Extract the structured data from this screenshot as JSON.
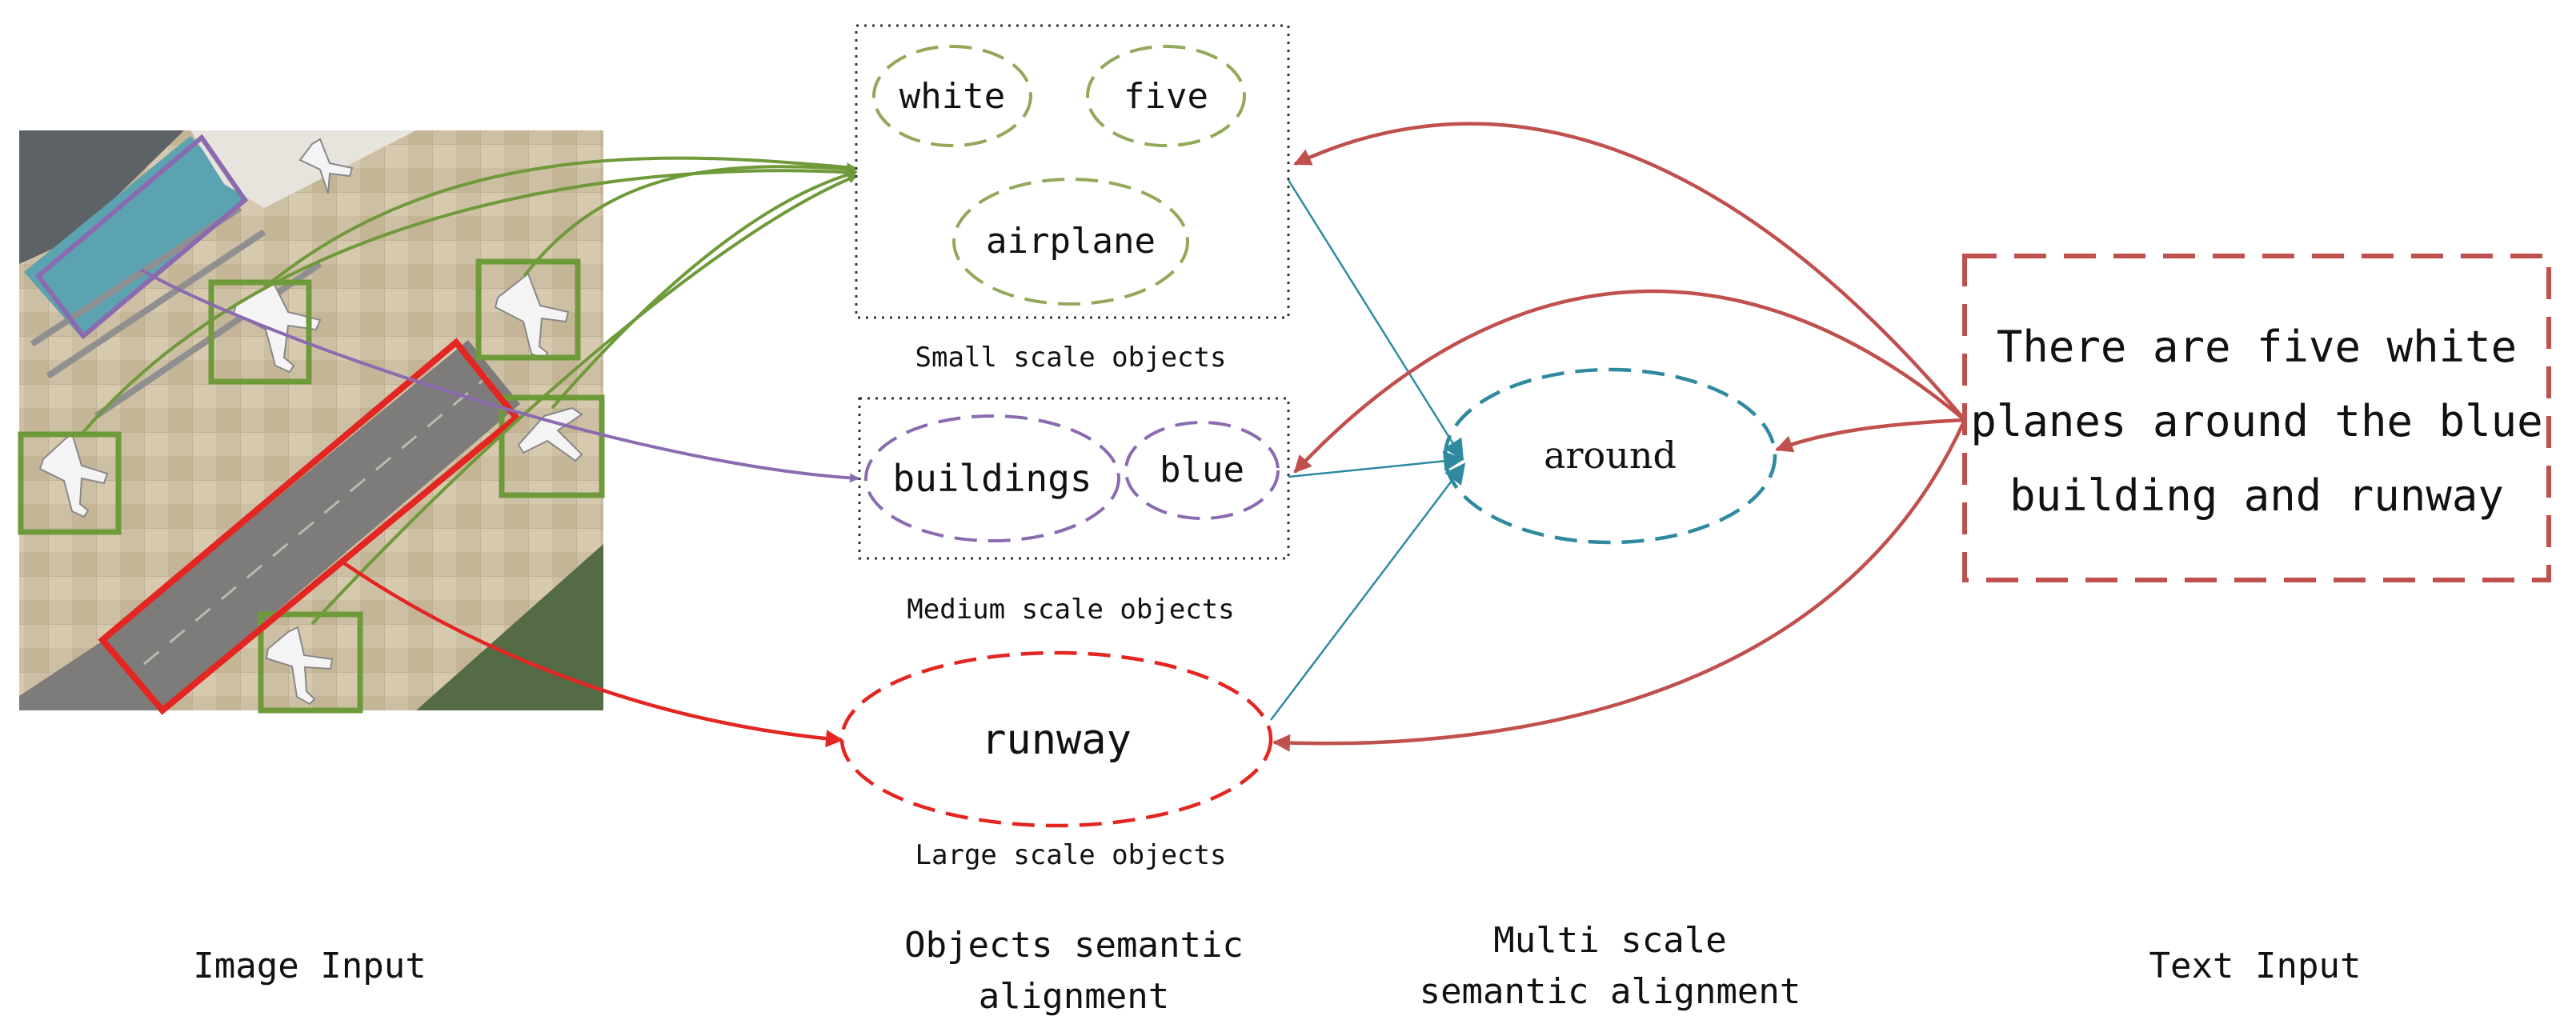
{
  "words": {
    "white": "white",
    "five": "five",
    "airplane": "airplane",
    "buildings": "buildings",
    "blue": "blue",
    "runway": "runway",
    "around": "around"
  },
  "groups": {
    "small": "Small scale objects",
    "medium": "Medium scale objects",
    "large": "Large scale objects"
  },
  "text_input": {
    "line1": "There are five white",
    "line2": "planes around the blue",
    "line3": "building and runway"
  },
  "captions": {
    "image_input": "Image Input",
    "objects_line1": "Objects semantic",
    "objects_line2": "alignment",
    "multi_line1": "Multi scale",
    "multi_line2": "semantic alignment",
    "text_input": "Text Input"
  },
  "colors": {
    "green": "#6f9a3a",
    "purple": "#8a6bb0",
    "red": "#e32622",
    "dark_red": "#c0504d",
    "teal": "#2f8aa0"
  }
}
